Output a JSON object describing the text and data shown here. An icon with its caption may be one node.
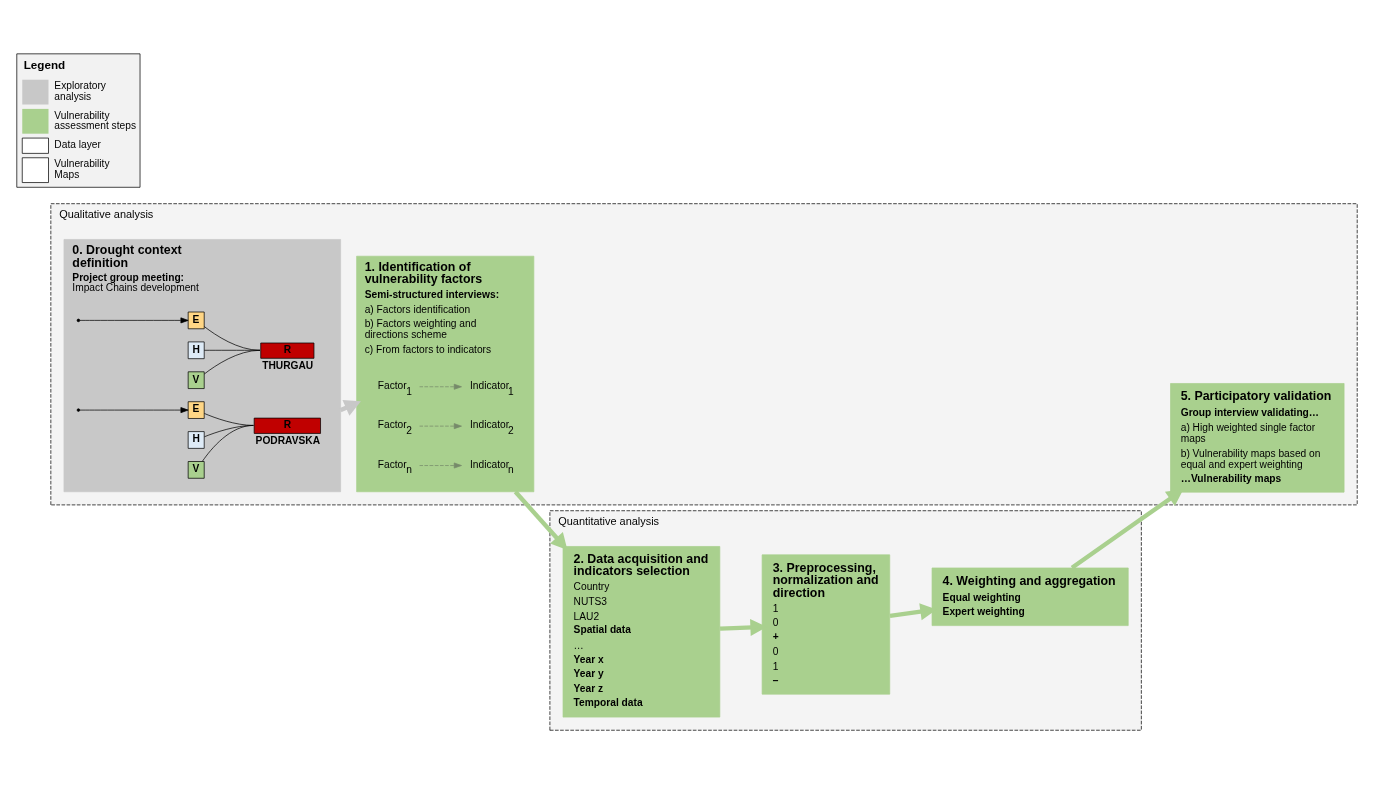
{
  "diagram": {
    "nodes": [
      {
        "text": [
          "Qualitative analysis"
        ]
      },
      {
        "text": [
          "0. Drought context definition",
          "**Project group meeting:** Impact Chains development"
        ],
        "in": 0
      },
      {
        "text": [
          "H"
        ],
        "in": 1
      },
      {
        "text": [
          "E"
        ],
        "in": 1
      },
      {
        "text": [
          "V"
        ],
        "in": 1
      },
      {
        "text": [
          "R"
        ],
        "in": 1,
        "beside": [
          "THURGAU"
        ]
      },
      {
        "text": [
          "H"
        ],
        "in": 1
      },
      {
        "text": [
          "E"
        ],
        "in": 1
      },
      {
        "text": [
          "V"
        ],
        "in": 1
      },
      {
        "text": [
          "R"
        ],
        "in": 1,
        "beside": [
          "PODRAVSKA"
        ]
      },
      {
        "text": [
          "1. Identification of vulnerability factors",
          "Semi-structured interviews:",
          "a) Factors identification",
          "b) Factors weighting and directions scheme",
          "c) From factors to indicators"
        ],
        "in": 0
      },
      {
        "text": [
          "Factor$_{1}$"
        ],
        "in": 10
      },
      {
        "text": [
          "Indicator$_{1}$"
        ],
        "in": 10
      },
      {
        "text": [
          "Factor$_{2}$"
        ],
        "in": 10
      },
      {
        "text": [
          "Indicator$_{2}$"
        ],
        "in": 10
      },
      {
        "text": [
          "Factor$_{n}$"
        ],
        "in": 10
      },
      {
        "text": [
          "Indicator$_{n}$"
        ],
        "in": 10
      },
      {
        "text": [
          "5. Participatory validation",
          "Group interview validating…",
          "a) High weighted single factor maps",
          "b) Vulnerability maps based on equal and expert weighting",
          "…Vulnerability maps"
        ],
        "in": 0
      },
      {
        "text": [
          "Quantitative analysis"
        ]
      },
      {
        "text": [
          "2. Data acquisition and indicators selection",
          "Country",
          "NUTS3",
          "LAU2",
          "Spatial data",
          "…",
          "Year x",
          "Year y",
          "Year z",
          "Temporal data"
        ],
        "in": 18
      },
      {
        "text": [
          "3. Preprocessing, normalization and direction",
          "1",
          "0",
          "+",
          "0",
          "1",
          "−"
        ],
        "in": 18
      },
      {
        "text": [
          "4. Weighting and aggregation",
          "Equal weighting",
          "Expert weighting"
        ],
        "in": 18
      }
    ],
    "edges": [
      {
        "from": null,
        "to": 3,
        "arrow": "to"
      },
      {
        "from": null,
        "to": 7,
        "arrow": "to"
      },
      {
        "from": 2,
        "to": 5,
        "arrow": "none"
      },
      {
        "from": 3,
        "to": 5,
        "arrow": "none"
      },
      {
        "from": 4,
        "to": 5,
        "arrow": "none"
      },
      {
        "from": 6,
        "to": 9,
        "arrow": "none"
      },
      {
        "from": 7,
        "to": 9,
        "arrow": "none"
      },
      {
        "from": 8,
        "to": 9,
        "arrow": "none"
      },
      {
        "from": 11,
        "to": 12,
        "arrow": "to",
        "style": "dashed",
        "color": "#768a6a"
      },
      {
        "from": 13,
        "to": 14,
        "arrow": "to",
        "style": "dashed",
        "color": "#768a6a"
      },
      {
        "from": 15,
        "to": 16,
        "arrow": "to",
        "style": "dashed",
        "color": "#768a6a"
      },
      {
        "from": 1,
        "to": 10,
        "arrow": "to",
        "style": "thick",
        "color": "#c8c8c8"
      },
      {
        "from": 10,
        "to": 19,
        "arrow": "to",
        "style": "thick",
        "color": "#a9d08e"
      },
      {
        "from": 19,
        "to": 20,
        "arrow": "to",
        "style": "thick",
        "color": "#a9d08e"
      },
      {
        "from": 20,
        "to": 21,
        "arrow": "to",
        "style": "thick",
        "color": "#a9d08e"
      },
      {
        "from": 21,
        "to": 17,
        "arrow": "to",
        "style": "thick",
        "color": "#a9d08e"
      }
    ],
    "labels": [
      "Legend"
    ],
    "legend": [
      {
        "text": "Exploratory analysis",
        "color": "#c8c8c8"
      },
      {
        "text": "Vulnerability assessment steps",
        "color": "#a9d08e"
      },
      {
        "text": "Data layer"
      },
      {
        "text": "Vulnerability Maps"
      }
    ]
  }
}
